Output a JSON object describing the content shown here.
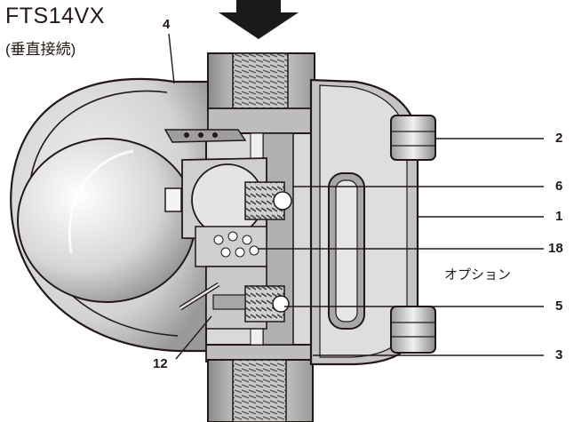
{
  "diagram": {
    "title": "FTS14VX",
    "subtitle": "(垂直接続)",
    "callouts": {
      "c4": "4",
      "c2": "2",
      "c6": "6",
      "c1": "1",
      "c18": "18",
      "c5": "5",
      "c12": "12",
      "c3": "3"
    },
    "option_note": "オプション",
    "colors": {
      "ink": "#231815",
      "body_light": "#e0e0e0",
      "body_mid": "#b5b5b5",
      "body_dark": "#6e6e6e",
      "flow_arrow": "#1a1a1a"
    },
    "icons": {
      "flow_direction": "flow-arrow-down-icon"
    }
  }
}
